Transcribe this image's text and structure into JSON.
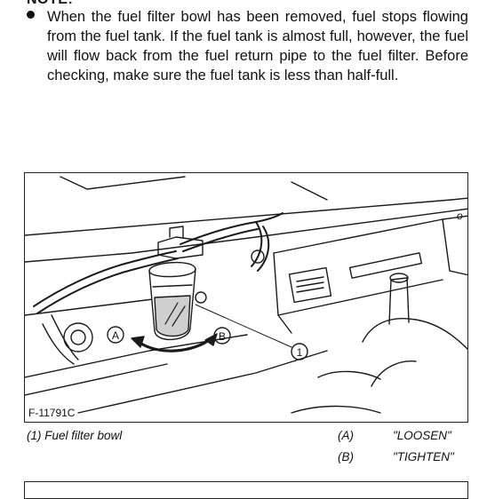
{
  "note": {
    "heading": "NOTE:",
    "text": "When the fuel filter bowl has been removed, fuel stops flowing from the fuel tank. If the fuel tank is almost full, however, the fuel will flow back from the fuel return pipe to the fuel filter. Before checking, make sure the fuel tank is less than half-full."
  },
  "figure": {
    "id": "F-11791C",
    "callout_1": "1",
    "callout_a": "A",
    "callout_b": "B",
    "marker_o": "o"
  },
  "captions": {
    "main": "(1) Fuel filter bowl",
    "a_key": "(A)",
    "a_value": "\"LOOSEN\"",
    "b_key": "(B)",
    "b_value": "\"TIGHTEN\""
  }
}
